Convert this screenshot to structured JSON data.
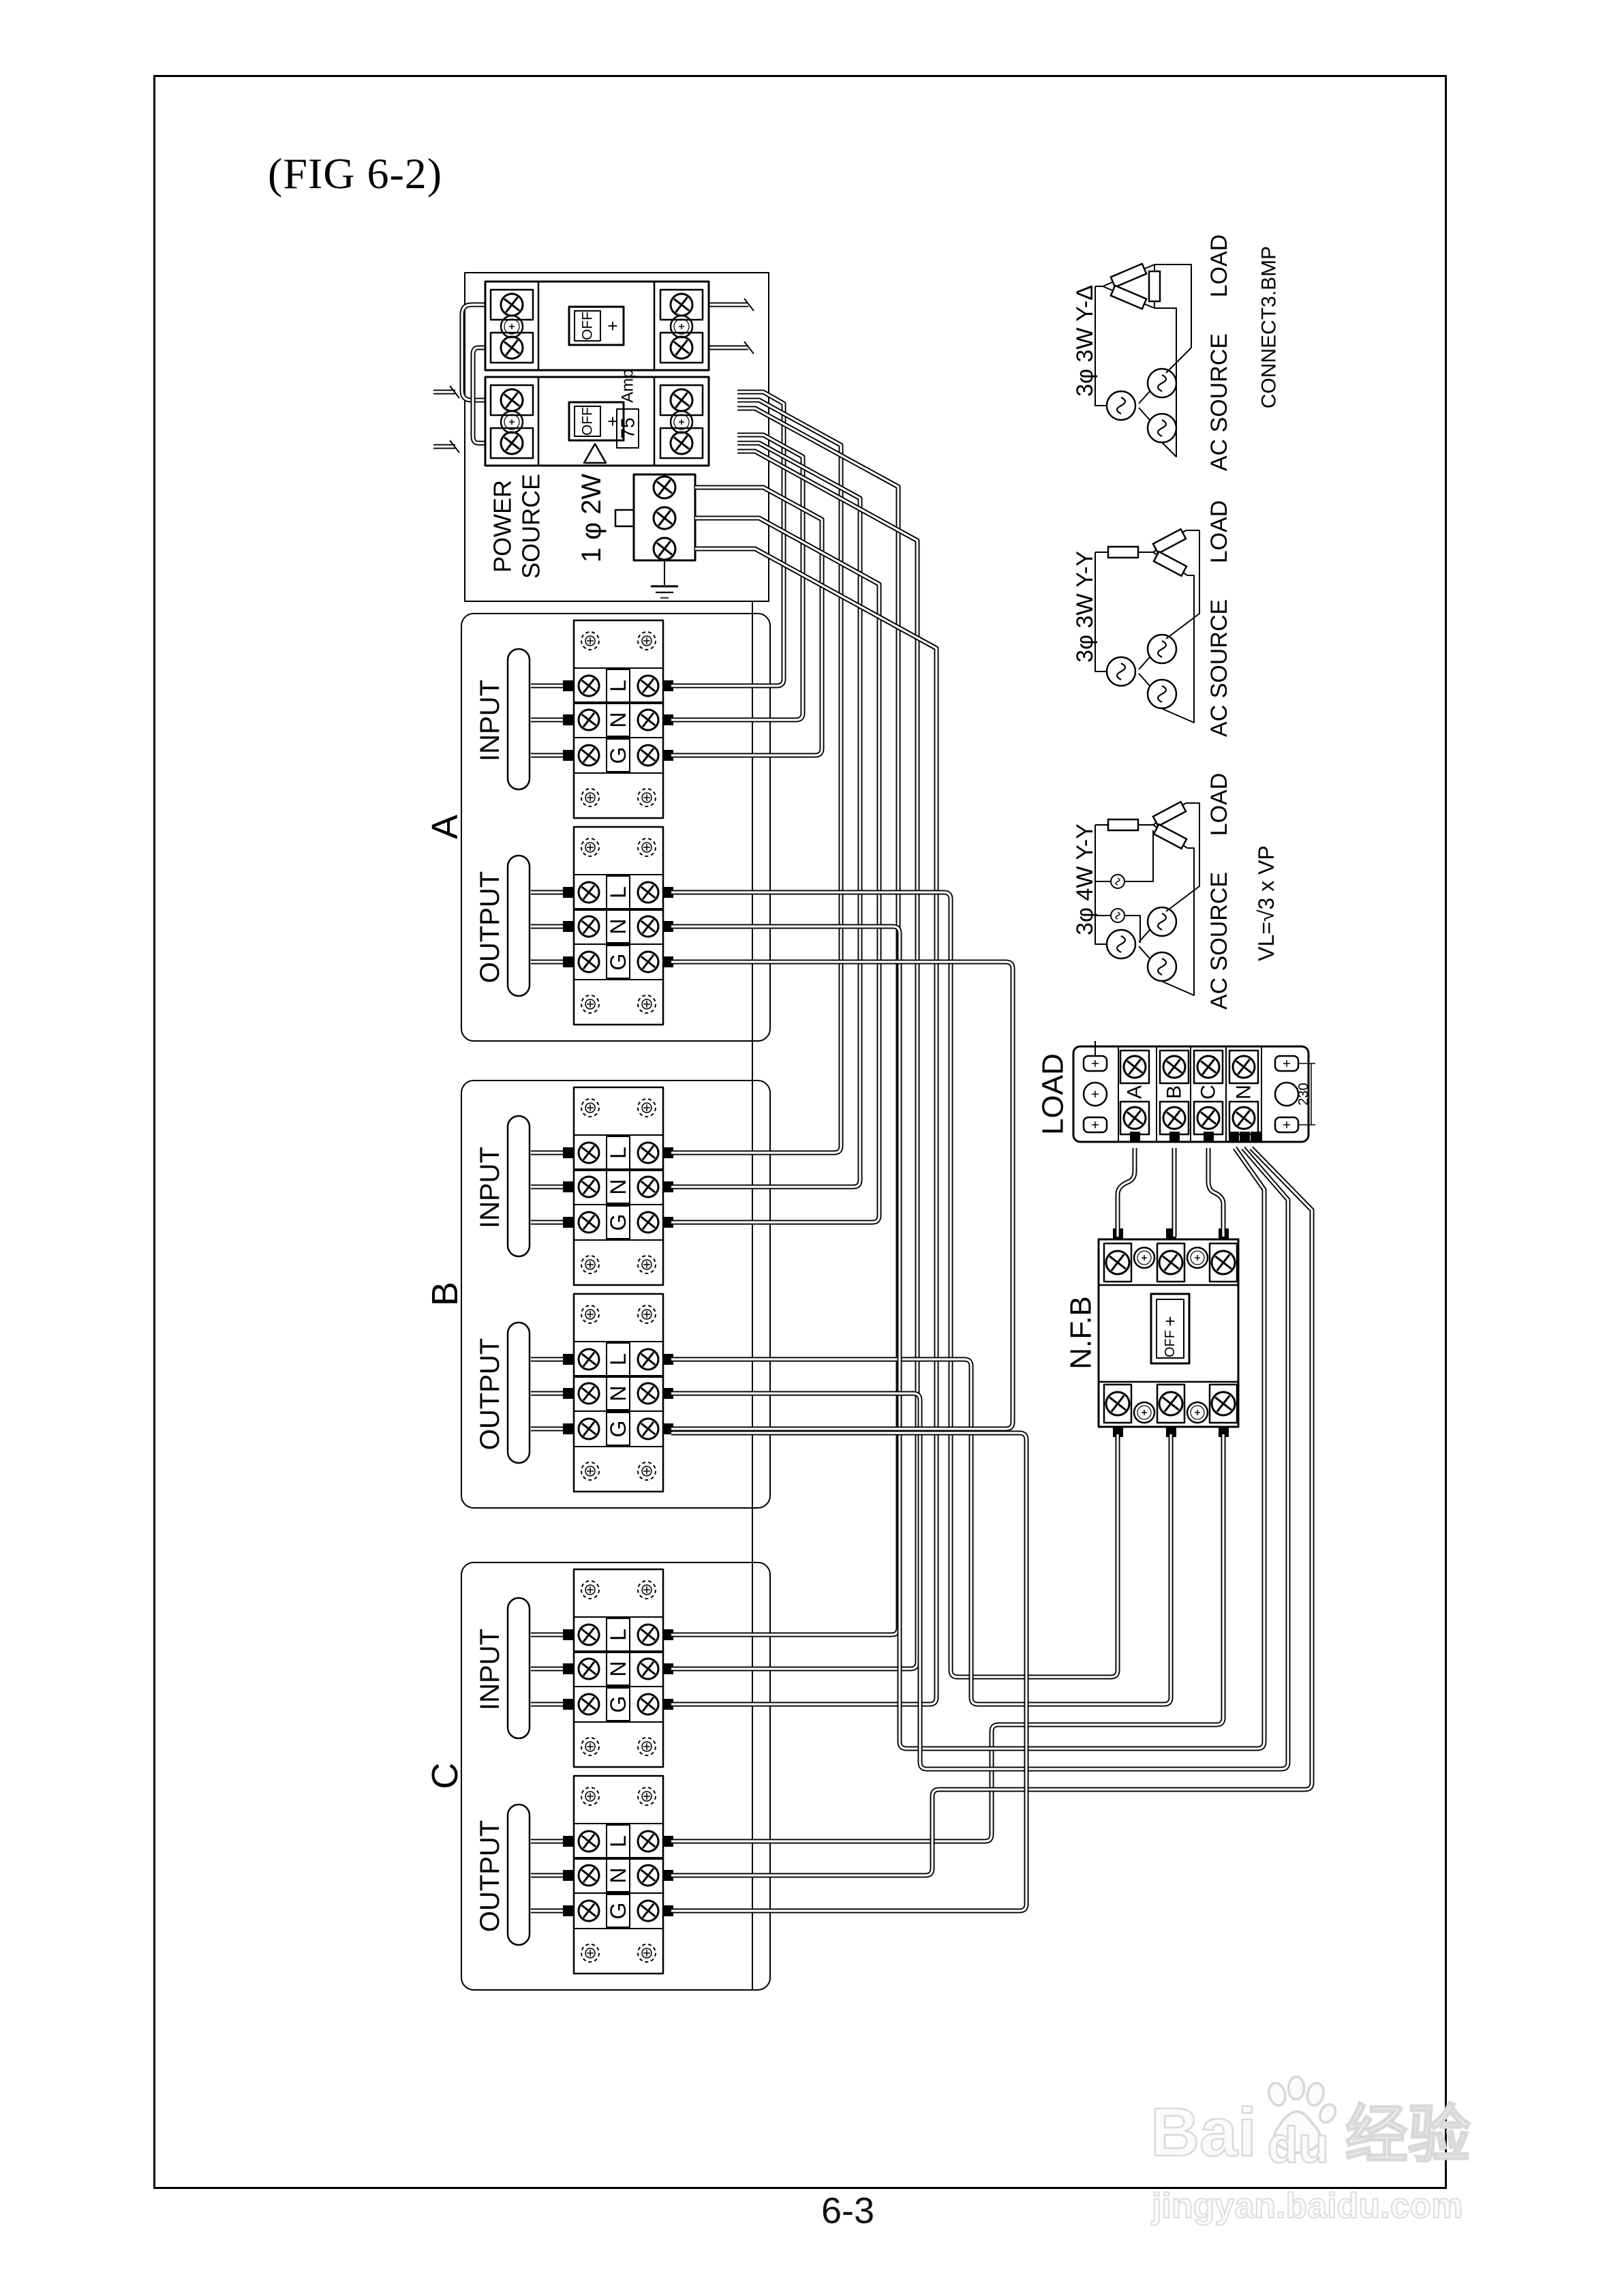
{
  "page": {
    "title": "(FIG 6-2)",
    "page_number": "6-3"
  },
  "watermark": {
    "brand_prefix": "Bai",
    "brand_mid": "du",
    "brand_suffix": "经验",
    "url": "jingyan.baidu.com"
  },
  "power_source": {
    "label_line1": "POWER",
    "label_line2": "SOURCE",
    "phase": "1 φ 2W",
    "breaker_switch": "OFF",
    "breaker_plus": "+",
    "amp_value": "75",
    "amp_unit": "Amp"
  },
  "sections": [
    {
      "id": "A",
      "input_label": "INPUT",
      "output_label": "OUTPUT",
      "terminals": [
        "L",
        "N",
        "G"
      ]
    },
    {
      "id": "B",
      "input_label": "INPUT",
      "output_label": "OUTPUT",
      "terminals": [
        "L",
        "N",
        "G"
      ]
    },
    {
      "id": "C",
      "input_label": "INPUT",
      "output_label": "OUTPUT",
      "terminals": [
        "L",
        "N",
        "G"
      ]
    }
  ],
  "nfb": {
    "label": "N.F.B",
    "switch": "OFF",
    "plus": "+"
  },
  "load_block": {
    "label": "LOAD",
    "terminals": [
      "A",
      "B",
      "C",
      "N"
    ],
    "dimension": "230"
  },
  "mini_diagrams": [
    {
      "title": "3φ 3W Y-Δ",
      "source_label": "AC SOURCE",
      "load_label": "LOAD",
      "note": "CONNECT3.BMP"
    },
    {
      "title": "3φ 3W Y-Y",
      "source_label": "AC SOURCE",
      "load_label": "LOAD"
    },
    {
      "title": "3φ 4W Y-Y",
      "source_label": "AC SOURCE",
      "load_label": "LOAD",
      "formula": "VL=√3 x VP"
    }
  ]
}
